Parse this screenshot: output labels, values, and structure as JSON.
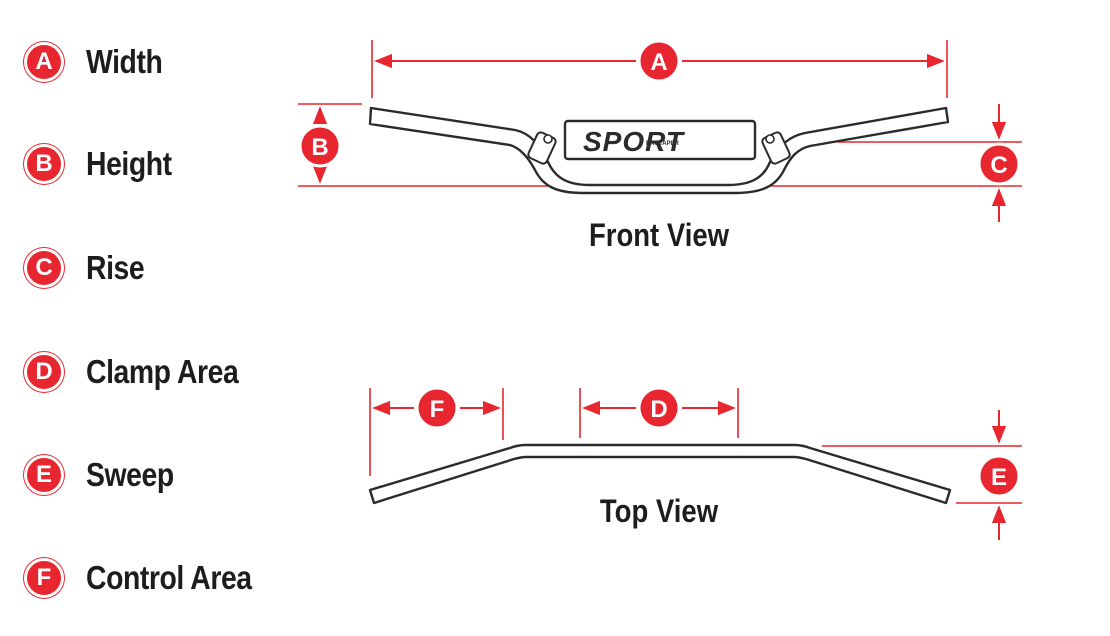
{
  "legend": [
    {
      "letter": "A",
      "label": "Width"
    },
    {
      "letter": "B",
      "label": "Height"
    },
    {
      "letter": "C",
      "label": "Rise"
    },
    {
      "letter": "D",
      "label": "Clamp Area"
    },
    {
      "letter": "E",
      "label": "Sweep"
    },
    {
      "letter": "F",
      "label": "Control Area"
    }
  ],
  "front_view": {
    "title": "Front View",
    "brand": "SPORT",
    "brand_sub": "PROTAPER"
  },
  "top_view": {
    "title": "Top View"
  },
  "colors": {
    "accent": "#e8262f",
    "outline": "#2b2b2b",
    "text": "#1d1d1d"
  }
}
